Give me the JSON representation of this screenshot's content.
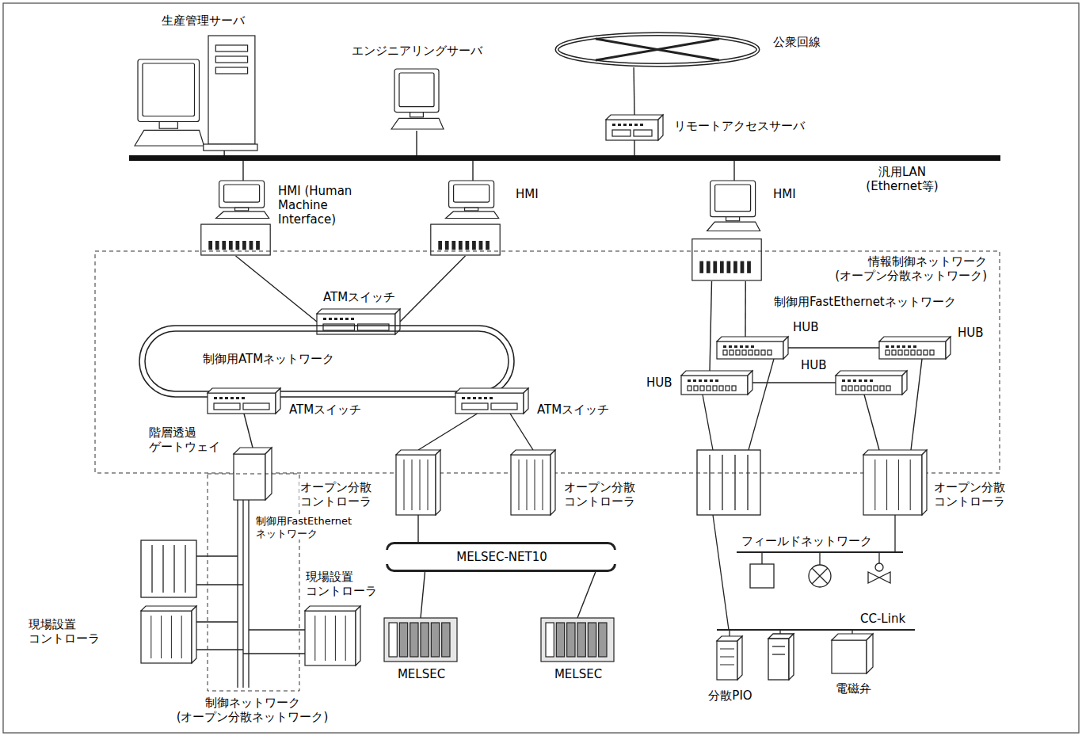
{
  "diagram": {
    "nodes": [
      {
        "text": [
          "生産管理サーバ"
        ]
      },
      {
        "text": [
          "エンジニアリングサーバ"
        ]
      },
      {
        "text": [
          "公衆回線"
        ]
      },
      {
        "text": [
          "リモートアクセスサーバ"
        ]
      },
      {
        "text": [
          "汎用LAN (Ethernet等)"
        ]
      },
      {
        "text": [
          "HMI (Human Machine Interface)"
        ]
      },
      {
        "text": [
          "HMI"
        ]
      },
      {
        "text": [
          "HMI"
        ]
      },
      {
        "text": [
          "情報制御ネットワーク (オープン分散ネットワーク)"
        ]
      },
      {
        "text": [
          "ATMスイッチ"
        ],
        "in": 8
      },
      {
        "text": [
          "制御用ATMネットワーク"
        ],
        "in": 8
      },
      {
        "text": [
          "ATMスイッチ"
        ],
        "in": 8
      },
      {
        "text": [
          "ATMスイッチ"
        ],
        "in": 8
      },
      {
        "text": [
          "HUB"
        ],
        "in": 8
      },
      {
        "text": [
          "HUB"
        ],
        "in": 8
      },
      {
        "text": [
          "HUB"
        ],
        "in": 8
      },
      {
        "text": [
          "HUB"
        ],
        "in": 8
      },
      {
        "text": [
          "階層透過 ゲートウェイ"
        ]
      },
      {
        "text": [
          "オープン分散 コントローラ"
        ]
      },
      {
        "text": [
          "オープン分散 コントローラ"
        ]
      },
      {
        "text": [
          "オープン分散 コントローラ"
        ]
      },
      {
        "text": [
          "MELSEC-NET10"
        ]
      },
      {
        "text": [
          "MELSEC"
        ]
      },
      {
        "text": [
          "MELSEC"
        ]
      },
      {
        "text": [
          "制御ネットワーク (オープン分散ネットワーク)"
        ]
      },
      {
        "text": [
          "現場設置 コントローラ"
        ]
      },
      {
        "text": [
          "現場設置 コントローラ"
        ]
      },
      {
        "text": [
          "分散PIO"
        ]
      },
      {
        "text": [
          "電磁弁"
        ]
      }
    ],
    "edges": [
      {
        "from": 0,
        "to": 4,
        "arrow": "none"
      },
      {
        "from": 1,
        "to": 4,
        "arrow": "none"
      },
      {
        "from": 2,
        "to": 3,
        "arrow": "none"
      },
      {
        "from": 3,
        "to": 4,
        "arrow": "none"
      },
      {
        "from": 5,
        "to": 4,
        "arrow": "none"
      },
      {
        "from": 6,
        "to": 4,
        "arrow": "none"
      },
      {
        "from": 7,
        "to": 4,
        "arrow": "none"
      },
      {
        "from": 5,
        "to": 9,
        "arrow": "none"
      },
      {
        "from": 6,
        "to": 9,
        "arrow": "none"
      },
      {
        "from": 11,
        "to": 17,
        "arrow": "none"
      },
      {
        "from": 12,
        "to": 18,
        "arrow": "none"
      },
      {
        "from": 12,
        "to": 19,
        "arrow": "none"
      },
      {
        "from": 7,
        "to": 13,
        "arrow": "none"
      },
      {
        "from": 7,
        "to": 14,
        "arrow": "none"
      },
      {
        "from": 13,
        "to": 15,
        "arrow": "none"
      },
      {
        "from": 14,
        "to": 16,
        "arrow": "none"
      },
      {
        "from": 16,
        "to": 20,
        "arrow": "none"
      },
      {
        "from": 15,
        "to": 20,
        "arrow": "none"
      },
      {
        "from": 18,
        "to": 21,
        "arrow": "none"
      },
      {
        "from": 21,
        "to": 22,
        "arrow": "none"
      },
      {
        "from": 21,
        "to": 23,
        "arrow": "none"
      }
    ],
    "labels": [
      "制御用FastEthernetネットワーク",
      "制御用FastEthernet ネットワーク",
      "フィールドネットワーク",
      "CC-Link"
    ]
  }
}
